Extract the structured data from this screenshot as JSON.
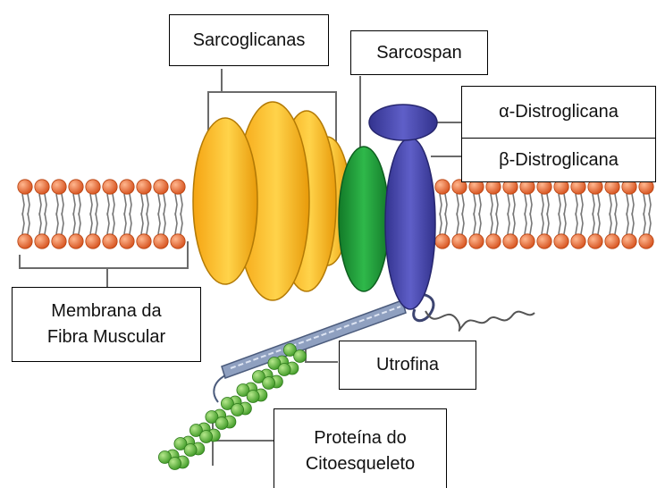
{
  "labels": {
    "sarcoglicanas": "Sarcoglicanas",
    "sarcospan": "Sarcospan",
    "alpha_distroglicana": "α-Distroglicana",
    "beta_distroglicana": "β-Distroglicana",
    "membrana_line1": "Membrana da",
    "membrana_line2": "Fibra Muscular",
    "utrofina": "Utrofina",
    "proteina_line1": "Proteína do",
    "proteina_line2": "Citoesqueleto"
  },
  "colors": {
    "lipid_head": "#e8622b",
    "lipid_tail": "#777777",
    "sarcoglycan": "#f7b81a",
    "sarcospan": "#1e9a3a",
    "dystroglycan": "#4a4ab0",
    "utrophin": "#8fa0c0",
    "cytoskeleton": "#62b83a",
    "line": "#6b6b6b"
  }
}
